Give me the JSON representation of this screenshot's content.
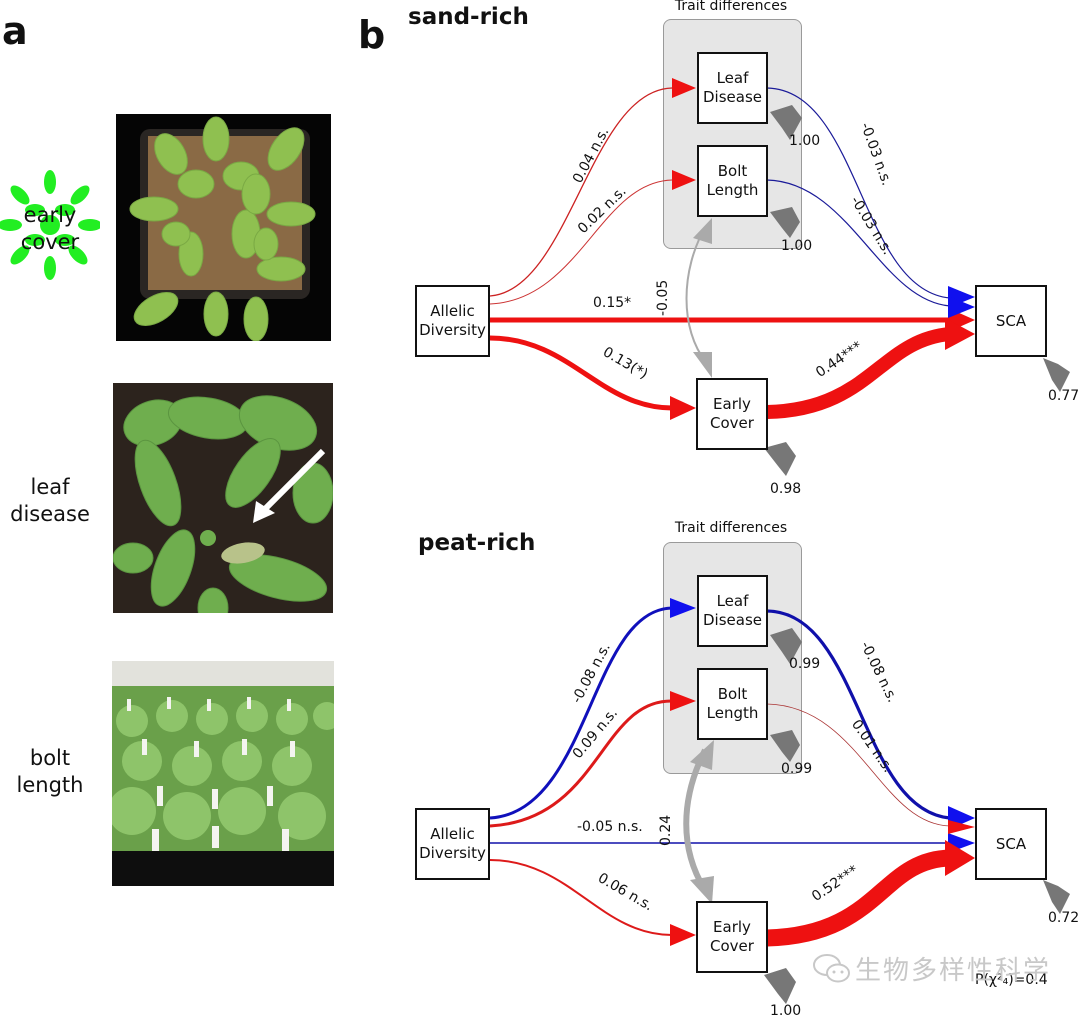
{
  "panel_a": {
    "letter": "a",
    "rows": [
      {
        "label_line1": "early",
        "label_line2": "cover",
        "photo": "potted-rosette-top-view"
      },
      {
        "label_line1": "leaf",
        "label_line2": "disease",
        "photo": "diseased-leaf-with-arrow"
      },
      {
        "label_line1": "bolt",
        "label_line2": "length",
        "photo": "greenhouse-plant-trays"
      }
    ]
  },
  "panel_b": {
    "letter": "b",
    "colors": {
      "positive": "#ee1111",
      "negative": "#1010cc",
      "covariance": "#aaaaaa",
      "residual": "#777777",
      "trait_box": "#e6e6e6"
    },
    "diagrams": [
      {
        "title": "sand-rich",
        "group_label": "Trait differences",
        "nodes": {
          "allelic": [
            "Allelic",
            "Diversity"
          ],
          "leaf": [
            "Leaf",
            "Disease"
          ],
          "bolt": [
            "Bolt",
            "Length"
          ],
          "early": [
            "Early",
            "Cover"
          ],
          "sca": [
            "SCA"
          ]
        },
        "paths": [
          {
            "from": "allelic",
            "to": "leaf",
            "label": "0.04 n.s.",
            "coef": 0.04
          },
          {
            "from": "allelic",
            "to": "bolt",
            "label": "0.02 n.s.",
            "coef": 0.02
          },
          {
            "from": "allelic",
            "to": "sca",
            "label": "0.15*",
            "coef": 0.15
          },
          {
            "from": "allelic",
            "to": "early",
            "label": "0.13(*)",
            "coef": 0.13
          },
          {
            "from": "leaf",
            "to": "sca",
            "label": "-0.03 n.s.",
            "coef": -0.03
          },
          {
            "from": "bolt",
            "to": "sca",
            "label": "-0.03 n.s.",
            "coef": -0.03
          },
          {
            "from": "early",
            "to": "sca",
            "label": "0.44***",
            "coef": 0.44
          }
        ],
        "covariance": {
          "between": [
            "bolt",
            "early"
          ],
          "label": "-0.05",
          "coef": -0.05
        },
        "residuals": {
          "leaf": "1.00",
          "bolt": "1.00",
          "early": "0.98",
          "sca": "0.77"
        }
      },
      {
        "title": "peat-rich",
        "group_label": "Trait differences",
        "nodes": {
          "allelic": [
            "Allelic",
            "Diversity"
          ],
          "leaf": [
            "Leaf",
            "Disease"
          ],
          "bolt": [
            "Bolt",
            "Length"
          ],
          "early": [
            "Early",
            "Cover"
          ],
          "sca": [
            "SCA"
          ]
        },
        "paths": [
          {
            "from": "allelic",
            "to": "leaf",
            "label": "-0.08 n.s.",
            "coef": -0.08
          },
          {
            "from": "allelic",
            "to": "bolt",
            "label": "0.09 n.s.",
            "coef": 0.09
          },
          {
            "from": "allelic",
            "to": "sca",
            "label": "-0.05 n.s.",
            "coef": -0.05
          },
          {
            "from": "allelic",
            "to": "early",
            "label": "0.06 n.s.",
            "coef": 0.06
          },
          {
            "from": "leaf",
            "to": "sca",
            "label": "-0.08 n.s.",
            "coef": -0.08
          },
          {
            "from": "bolt",
            "to": "sca",
            "label": "0.01 n.s.",
            "coef": 0.01
          },
          {
            "from": "early",
            "to": "sca",
            "label": "0.52***",
            "coef": 0.52
          }
        ],
        "covariance": {
          "between": [
            "bolt",
            "early"
          ],
          "label": "0.24",
          "coef": 0.24
        },
        "residuals": {
          "leaf": "0.99",
          "bolt": "0.99",
          "early": "1.00",
          "sca": "0.72"
        },
        "fit_text": "P(χ²₄)=0.4"
      }
    ]
  },
  "watermark": "生物多样性科学"
}
